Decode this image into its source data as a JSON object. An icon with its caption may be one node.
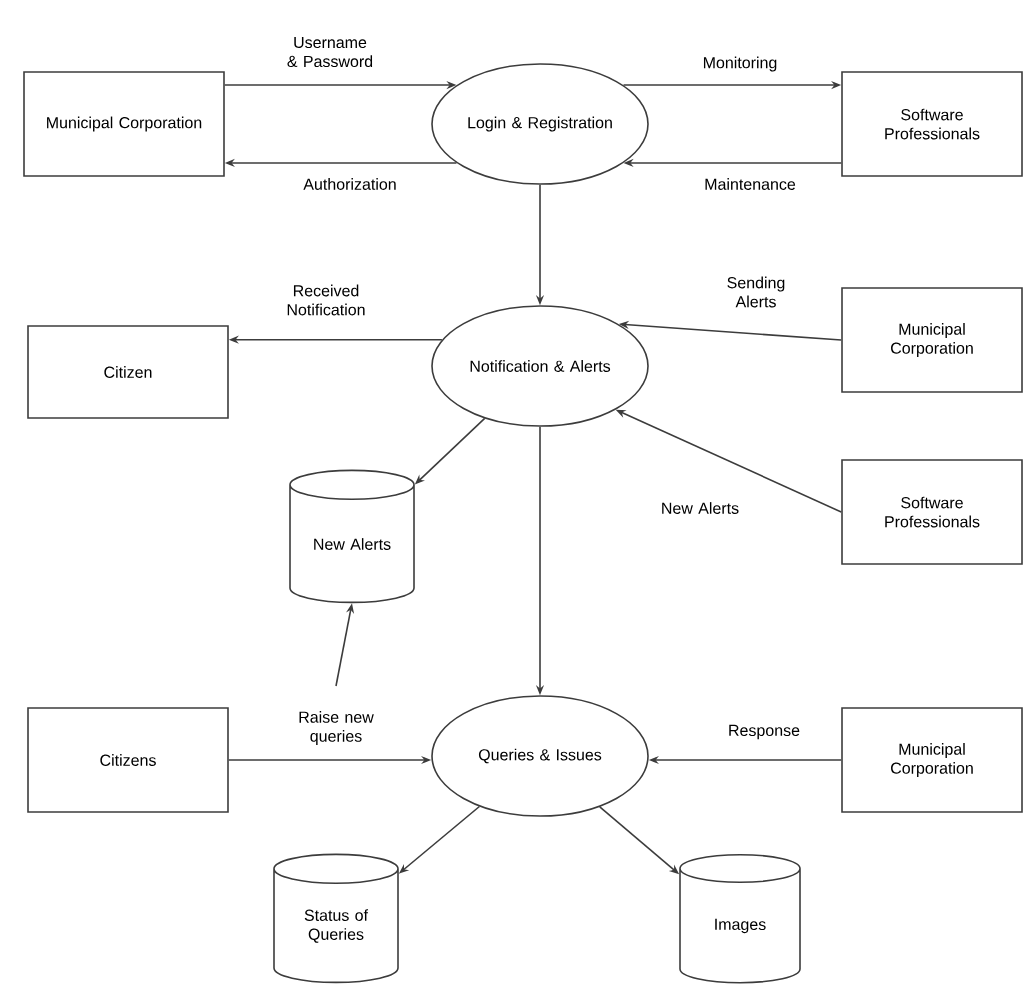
{
  "diagram": {
    "nodes": [
      {
        "text": [
          "Municipal Corporation"
        ]
      },
      {
        "text": [
          "Login & Registration"
        ]
      },
      {
        "text": [
          "Software Professionals"
        ]
      },
      {
        "text": [
          "Citizen"
        ]
      },
      {
        "text": [
          "Notification & Alerts"
        ]
      },
      {
        "text": [
          "Municipal Corporation"
        ]
      },
      {
        "text": [
          "Software Professionals"
        ]
      },
      {
        "text": [
          "New Alerts"
        ]
      },
      {
        "text": [
          "Citizens"
        ]
      },
      {
        "text": [
          "Queries & Issues"
        ]
      },
      {
        "text": [
          "Municipal Corporation"
        ]
      },
      {
        "text": [
          "Status of Queries"
        ]
      },
      {
        "text": [
          "Images"
        ]
      }
    ],
    "edges": [
      {
        "from": 0,
        "to": 1,
        "arrow": "to",
        "label": "Username & Password"
      },
      {
        "from": 1,
        "to": 0,
        "arrow": "to",
        "label": "Authorization"
      },
      {
        "from": 1,
        "to": 2,
        "arrow": "to",
        "label": "Monitoring"
      },
      {
        "from": 2,
        "to": 1,
        "arrow": "to",
        "label": "Maintenance"
      },
      {
        "from": 1,
        "to": 4,
        "arrow": "to"
      },
      {
        "from": 4,
        "to": 3,
        "arrow": "to",
        "label": "Received Notification"
      },
      {
        "from": 5,
        "to": 4,
        "arrow": "to",
        "label": "Sending Alerts"
      },
      {
        "from": 6,
        "to": 4,
        "arrow": "to",
        "label": "New Alerts"
      },
      {
        "from": 4,
        "to": 7,
        "arrow": "to"
      },
      {
        "from": 4,
        "to": 9,
        "arrow": "to"
      },
      {
        "from": null,
        "to": 7,
        "arrow": "to"
      },
      {
        "from": 8,
        "to": 9,
        "arrow": "to",
        "label": "Raise new queries"
      },
      {
        "from": 10,
        "to": 9,
        "arrow": "to",
        "label": "Response"
      },
      {
        "from": 9,
        "to": 11,
        "arrow": "to"
      },
      {
        "from": 9,
        "to": 12,
        "arrow": "to"
      }
    ]
  }
}
